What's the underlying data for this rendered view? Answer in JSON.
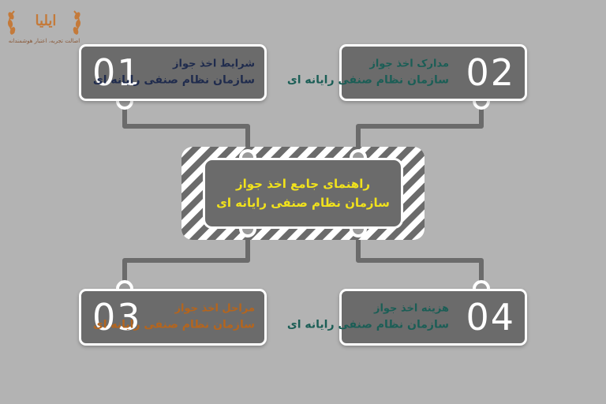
{
  "colors": {
    "background": "#b3b3b3",
    "box_fill": "#6b6b6b",
    "box_border": "#ffffff",
    "connector": "#6b6b6b",
    "center_text": "#f1e21c",
    "step1_text": "#1f2b4d",
    "step2_text": "#1b5e56",
    "step3_text": "#b5651d",
    "step4_text": "#1b5e56",
    "logo": "#c47a3a"
  },
  "logo": {
    "wordmark": "ایلیا",
    "tagline": "اصالت تجربه، اعتبار هوشمندانه",
    "icon": "laurel-emblem-icon"
  },
  "center": {
    "line1": "راهنمای جامع اخذ جواز",
    "line2": "سازمان نظام صنفی رایانه ای"
  },
  "steps": [
    {
      "number": "01",
      "line1": "شرایط اخذ جواز",
      "line2": "سازمان نظام صنفی رایانه ای"
    },
    {
      "number": "02",
      "line1": "مدارک اخذ جواز",
      "line2": "سازمان نظام صنفی رایانه ای"
    },
    {
      "number": "03",
      "line1": "مراحل اخذ جواز",
      "line2": "سازمان نظام صنفی رایانه ای"
    },
    {
      "number": "04",
      "line1": "هزینه اخذ جواز",
      "line2": "سازمان نظام صنفی رایانه ای"
    }
  ]
}
